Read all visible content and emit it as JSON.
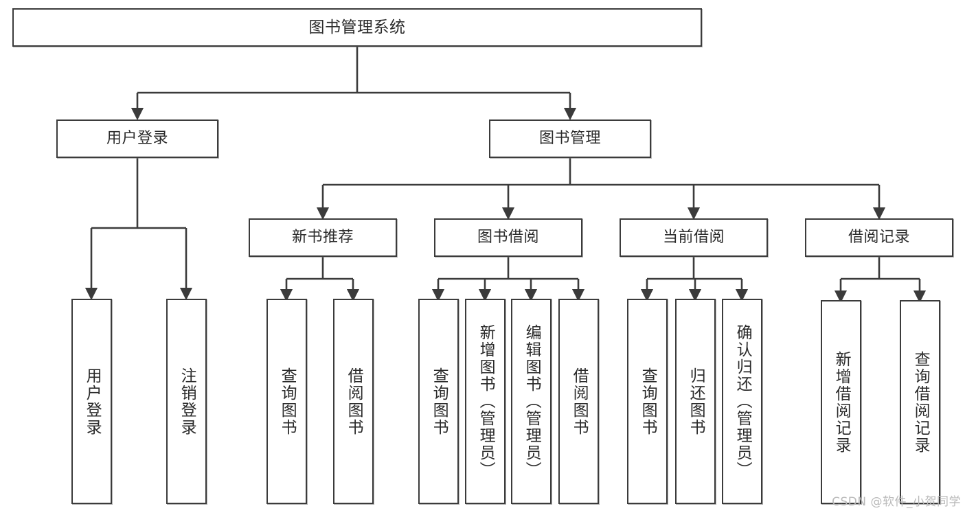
{
  "diagram": {
    "title": "图书管理系统",
    "watermark": "CSDN @软件_小贺同学",
    "root": {
      "label": "图书管理系统"
    },
    "level1": [
      {
        "label": "用户登录"
      },
      {
        "label": "图书管理"
      }
    ],
    "level2": [
      {
        "label": "新书推荐"
      },
      {
        "label": "图书借阅"
      },
      {
        "label": "当前借阅"
      },
      {
        "label": "借阅记录"
      }
    ],
    "leaves": {
      "user_login": [
        {
          "label": "用户登录"
        },
        {
          "label": "注销登录"
        }
      ],
      "new_book_recommend": [
        {
          "label": "查询图书"
        },
        {
          "label": "借阅图书"
        }
      ],
      "book_borrow": [
        {
          "label": "查询图书"
        },
        {
          "label": "新增图书（管理员）"
        },
        {
          "label": "编辑图书（管理员）"
        },
        {
          "label": "借阅图书"
        }
      ],
      "current_borrow": [
        {
          "label": "查询图书"
        },
        {
          "label": "归还图书"
        },
        {
          "label": "确认归还（管理员）"
        }
      ],
      "borrow_record": [
        {
          "label": "新增借阅记录"
        },
        {
          "label": "查询借阅记录"
        }
      ]
    },
    "colors": {
      "stroke": "#3b3b3b",
      "fill": "#ffffff",
      "text": "#2b2b2b",
      "watermark": "#b9b9b9"
    }
  }
}
